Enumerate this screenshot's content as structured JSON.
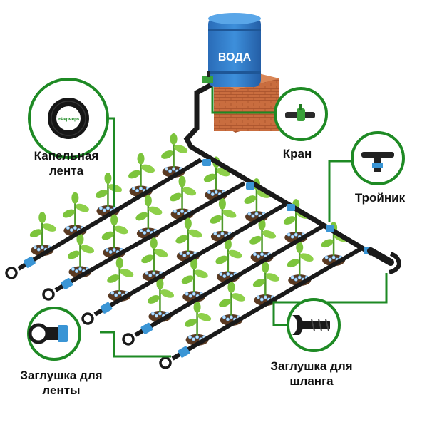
{
  "tank": {
    "label": "ВОДА"
  },
  "labels": {
    "tape": [
      "Капельная",
      "лента"
    ],
    "tap": "Кран",
    "tee": "Тройник",
    "plug_tape": [
      "Заглушка для",
      "ленты"
    ],
    "plug_hose": [
      "Заглушка для",
      "шланга"
    ]
  },
  "logo_text": "«Фермер»",
  "colors": {
    "tank_blue": "#2f79c4",
    "brick": "#c86a3c",
    "callout_green": "#1e8a24",
    "leaf_green": "#7cc43c",
    "pipe": "#1a1a1a",
    "connector_blue": "#3a95d5"
  }
}
